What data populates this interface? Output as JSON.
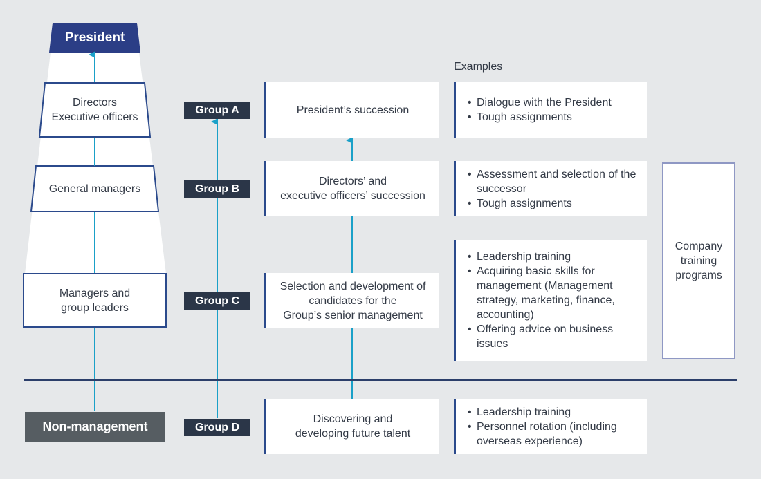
{
  "colors": {
    "navy": "#2b3e86",
    "dark_label": "#2b3648",
    "arrow": "#1aa0c8",
    "border": "#2b4a8c",
    "non_management": "#565d62",
    "company_border": "#8f98c4"
  },
  "hierarchy": {
    "president": "President",
    "directors": [
      "Directors",
      "Executive officers"
    ],
    "general_managers": "General managers",
    "managers": [
      "Managers and",
      "group leaders"
    ],
    "non_management": "Non-management"
  },
  "groups": [
    "Group A",
    "Group B",
    "Group C",
    "Group D"
  ],
  "succession": [
    [
      "President’s succession"
    ],
    [
      "Directors’ and",
      "executive officers’ succession"
    ],
    [
      "Selection and development of",
      "candidates for the",
      "Group’s senior management"
    ],
    [
      "Discovering and",
      "developing future talent"
    ]
  ],
  "examples_title": "Examples",
  "examples": [
    [
      "Dialogue with the President",
      "Tough assignments"
    ],
    [
      "Assessment and selection of the successor",
      "Tough assignments"
    ],
    [
      "Leadership training",
      "Acquiring basic skills for management (Management strategy, marketing, finance, accounting)",
      "Offering advice on business issues"
    ],
    [
      "Leadership training",
      "Personnel rotation (including overseas experience)"
    ]
  ],
  "company_programs": [
    "Company",
    "training",
    "programs"
  ]
}
